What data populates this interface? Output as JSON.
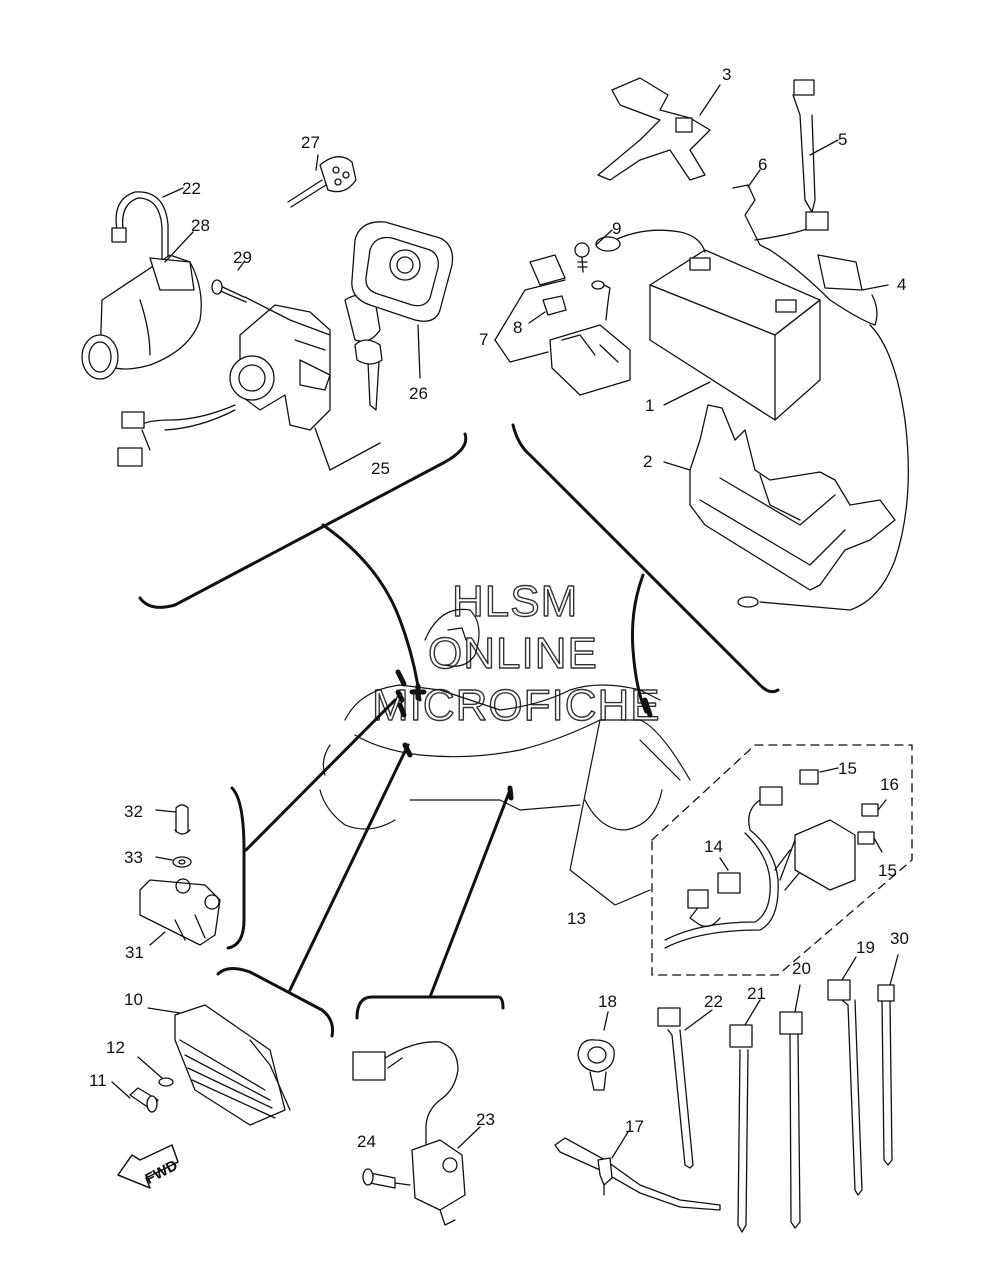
{
  "watermark": {
    "line1": "HLSM",
    "line2": "ONLINE",
    "line3": "MICROFICHE"
  },
  "direction_arrow": {
    "label": "FWD"
  },
  "callouts": {
    "p1": "1",
    "p2": "2",
    "p3": "3",
    "p4": "4",
    "p5": "5",
    "p6": "6",
    "p7": "7",
    "p8": "8",
    "p9": "9",
    "p10": "10",
    "p11": "11",
    "p12": "12",
    "p13": "13",
    "p14": "14",
    "p15a": "15",
    "p15b": "15",
    "p16": "16",
    "p17": "17",
    "p18": "18",
    "p19": "19",
    "p20": "20",
    "p21": "21",
    "p22a": "22",
    "p22b": "22",
    "p23": "23",
    "p24": "24",
    "p25": "25",
    "p26": "26",
    "p27": "27",
    "p28": "28",
    "p29": "29",
    "p30": "30",
    "p31": "31",
    "p32": "32",
    "p33": "33"
  },
  "colors": {
    "line": "#111111",
    "background": "#ffffff"
  }
}
